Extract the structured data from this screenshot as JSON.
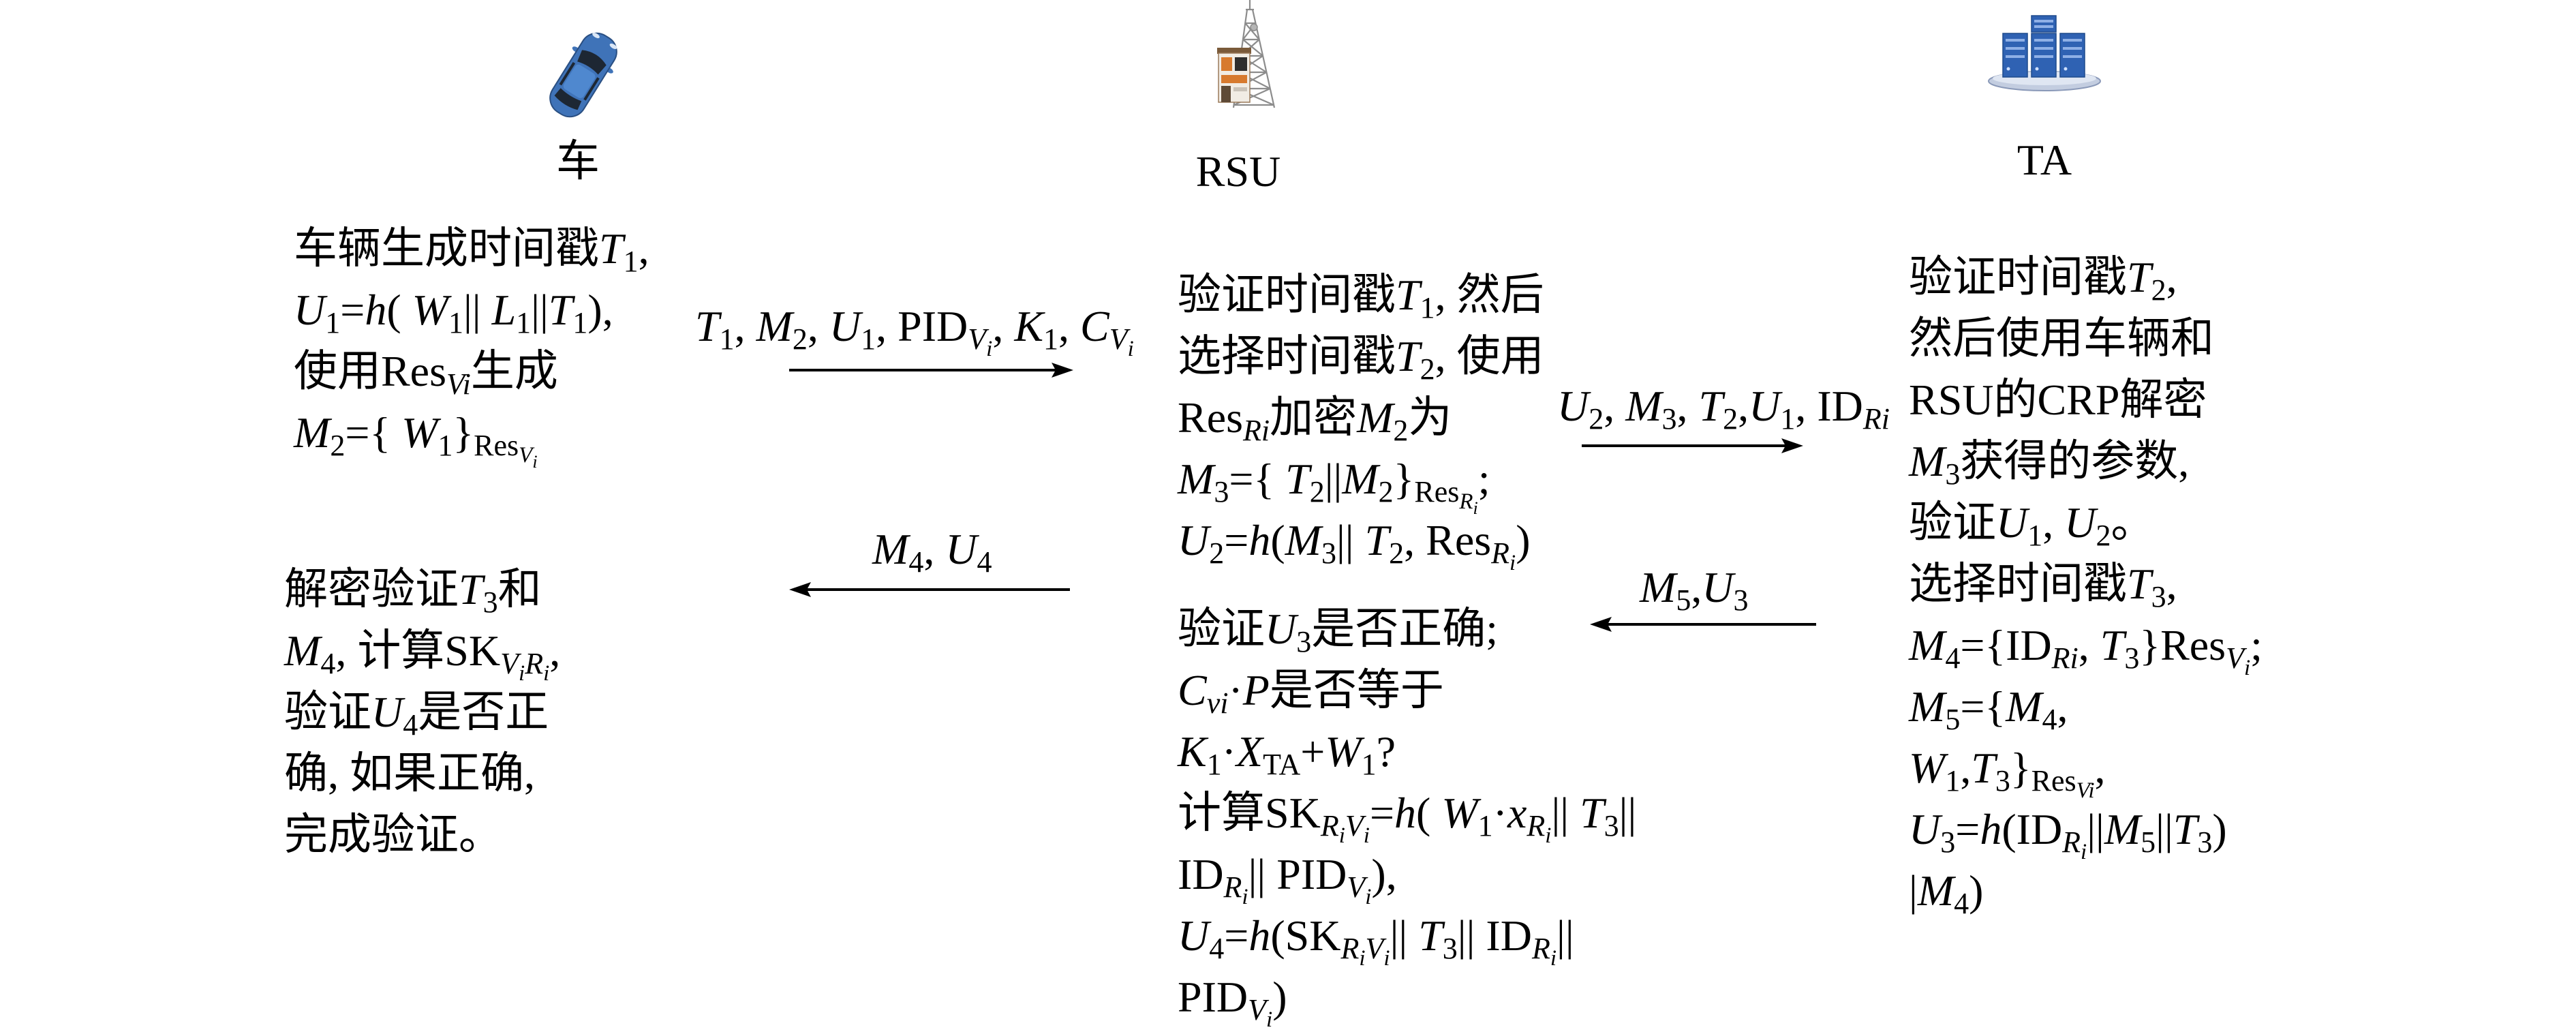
{
  "entities": {
    "vehicle": "车",
    "rsu": "RSU",
    "ta": "TA"
  },
  "icons": {
    "vehicle": "car-icon",
    "rsu": "radio-tower-icon",
    "ta": "server-cluster-icon"
  },
  "steps": {
    "vehicle_request": [
      [
        {
          "r": "车辆生成时间戳"
        },
        {
          "i": "T"
        },
        {
          "r1": "1"
        },
        {
          "r": ","
        }
      ],
      [
        {
          "i": "U"
        },
        {
          "r1": "1"
        },
        {
          "r": "="
        },
        {
          "i": "h"
        },
        {
          "r": "( "
        },
        {
          "i": "W"
        },
        {
          "r1": "1"
        },
        {
          "r": "|| "
        },
        {
          "i": "L"
        },
        {
          "r1": "1"
        },
        {
          "r": "||"
        },
        {
          "i": "T"
        },
        {
          "r1": "1"
        },
        {
          "r": "),"
        }
      ],
      [
        {
          "r": "使用Res"
        },
        {
          "i1": "Vi"
        },
        {
          "r": "生成"
        }
      ],
      [
        {
          "i": "M"
        },
        {
          "r1": "2"
        },
        {
          "r": "={ "
        },
        {
          "i": "W"
        },
        {
          "r1": "1"
        },
        {
          "r": "}"
        },
        {
          "r1": "Res"
        },
        {
          "i2": "V"
        },
        {
          "i3": "i"
        }
      ]
    ],
    "rsu_forward": [
      [
        {
          "r": "验证时间戳"
        },
        {
          "i": "T"
        },
        {
          "r1": "1"
        },
        {
          "r": ", 然后"
        }
      ],
      [
        {
          "r": "选择时间戳"
        },
        {
          "i": "T"
        },
        {
          "r1": "2"
        },
        {
          "r": ", 使用"
        }
      ],
      [
        {
          "r": "Res"
        },
        {
          "i1": "Ri"
        },
        {
          "r": "加密"
        },
        {
          "i": "M"
        },
        {
          "r1": "2"
        },
        {
          "r": "为"
        }
      ],
      [
        {
          "i": "M"
        },
        {
          "r1": "3"
        },
        {
          "r": "={ "
        },
        {
          "i": "T"
        },
        {
          "r1": "2"
        },
        {
          "r": "||"
        },
        {
          "i": "M"
        },
        {
          "r1": "2"
        },
        {
          "r": "}"
        },
        {
          "r1": "Res"
        },
        {
          "i2": "R"
        },
        {
          "i3": "i"
        },
        {
          "r": ";"
        }
      ],
      [
        {
          "i": "U"
        },
        {
          "r1": "2"
        },
        {
          "r": "="
        },
        {
          "i": "h"
        },
        {
          "r": "("
        },
        {
          "i": "M"
        },
        {
          "r1": "3"
        },
        {
          "r": "|| "
        },
        {
          "i": "T"
        },
        {
          "r1": "2"
        },
        {
          "r": ", Res"
        },
        {
          "i1": "R"
        },
        {
          "i2": "i"
        },
        {
          "r": ")"
        }
      ]
    ],
    "ta_process": [
      [
        {
          "r": "验证时间戳"
        },
        {
          "i": "T"
        },
        {
          "r1": "2"
        },
        {
          "r": ","
        }
      ],
      [
        {
          "r": "然后使用车辆和"
        }
      ],
      [
        {
          "r": "RSU的CRP解密"
        }
      ],
      [
        {
          "i": "M"
        },
        {
          "r1": "3"
        },
        {
          "r": "获得的参数,"
        }
      ],
      [
        {
          "r": "验证"
        },
        {
          "i": "U"
        },
        {
          "r1": "1"
        },
        {
          "r": ", "
        },
        {
          "i": "U"
        },
        {
          "r1": "2"
        },
        {
          "r": "。"
        }
      ],
      [
        {
          "r": "选择时间戳"
        },
        {
          "i": "T"
        },
        {
          "r1": "3"
        },
        {
          "r": ","
        }
      ],
      [
        {
          "i": "M"
        },
        {
          "r1": "4"
        },
        {
          "r": "={ID"
        },
        {
          "i1": "Ri"
        },
        {
          "r": ", "
        },
        {
          "i": "T"
        },
        {
          "r1": "3"
        },
        {
          "r": "}Res"
        },
        {
          "i1": "V"
        },
        {
          "i2": "i"
        },
        {
          "r": ";"
        }
      ],
      [
        {
          "i": "M"
        },
        {
          "r1": "5"
        },
        {
          "r": "={"
        },
        {
          "i": "M"
        },
        {
          "r1": "4"
        },
        {
          "r": ","
        }
      ],
      [
        {
          "i": "W"
        },
        {
          "r1": "1"
        },
        {
          "r": ","
        },
        {
          "i": "T"
        },
        {
          "r1": "3"
        },
        {
          "r": "}"
        },
        {
          "r1": "Res"
        },
        {
          "i2": "Vi"
        },
        {
          "r": ","
        }
      ],
      [
        {
          "i": "U"
        },
        {
          "r1": "3"
        },
        {
          "r": "="
        },
        {
          "i": "h"
        },
        {
          "r": "(ID"
        },
        {
          "i1": "R"
        },
        {
          "i2": "i"
        },
        {
          "r": "||"
        },
        {
          "i": "M"
        },
        {
          "r1": "5"
        },
        {
          "r": "||"
        },
        {
          "i": "T"
        },
        {
          "r1": "3"
        },
        {
          "r": ")"
        }
      ],
      [
        {
          "r": "|"
        },
        {
          "i": "M"
        },
        {
          "r1": "4"
        },
        {
          "r": ")"
        }
      ]
    ],
    "rsu_verify": [
      [
        {
          "r": "验证"
        },
        {
          "i": "U"
        },
        {
          "r1": "3"
        },
        {
          "r": "是否正确;"
        }
      ],
      [
        {
          "i": "C"
        },
        {
          "i1": "vi"
        },
        {
          "r": "·"
        },
        {
          "i": "P"
        },
        {
          "r": "是否等于"
        }
      ],
      [
        {
          "i": "K"
        },
        {
          "r1": "1"
        },
        {
          "r": "·"
        },
        {
          "i": "X"
        },
        {
          "r1": "TA"
        },
        {
          "r": "+"
        },
        {
          "i": "W"
        },
        {
          "r1": "1"
        },
        {
          "r": "?"
        }
      ],
      [
        {
          "r": "计算SK"
        },
        {
          "i1": "R"
        },
        {
          "i2": "i"
        },
        {
          "i1": "V"
        },
        {
          "i2": "i"
        },
        {
          "r": "="
        },
        {
          "i": "h"
        },
        {
          "r": "( "
        },
        {
          "i": "W"
        },
        {
          "r1": "1"
        },
        {
          "r": "·"
        },
        {
          "i": "x"
        },
        {
          "i1": "R"
        },
        {
          "i2": "i"
        },
        {
          "r": "|| "
        },
        {
          "i": "T"
        },
        {
          "r1": "3"
        },
        {
          "r": "||"
        }
      ],
      [
        {
          "r": "ID"
        },
        {
          "i1": "R"
        },
        {
          "i2": "i"
        },
        {
          "r": "|| PID"
        },
        {
          "i1": "V"
        },
        {
          "i2": "i"
        },
        {
          "r": "),"
        }
      ],
      [
        {
          "i": "U"
        },
        {
          "r1": "4"
        },
        {
          "r": "="
        },
        {
          "i": "h"
        },
        {
          "r": "(SK"
        },
        {
          "i1": "R"
        },
        {
          "i2": "i"
        },
        {
          "i1": "V"
        },
        {
          "i2": "i"
        },
        {
          "r": "|| "
        },
        {
          "i": "T"
        },
        {
          "r1": "3"
        },
        {
          "r": "|| ID"
        },
        {
          "i1": "R"
        },
        {
          "i2": "i"
        },
        {
          "r": "||"
        }
      ],
      [
        {
          "r": "PID"
        },
        {
          "i1": "V"
        },
        {
          "i2": "i"
        },
        {
          "r": ")"
        }
      ]
    ],
    "vehicle_verify": [
      [
        {
          "r": "解密验证"
        },
        {
          "i": "T"
        },
        {
          "r1": "3"
        },
        {
          "r": "和"
        }
      ],
      [
        {
          "i": "M"
        },
        {
          "r1": "4"
        },
        {
          "r": ", 计算SK"
        },
        {
          "i1": "V"
        },
        {
          "i2": "i"
        },
        {
          "i1": "R"
        },
        {
          "i2": "i"
        },
        {
          "r": ","
        }
      ],
      [
        {
          "r": "验证"
        },
        {
          "i": "U"
        },
        {
          "r1": "4"
        },
        {
          "r": "是否正"
        }
      ],
      [
        {
          "r": "确, 如果正确,"
        }
      ],
      [
        {
          "r": "完成验证。"
        }
      ]
    ]
  },
  "messages": {
    "vehicle_to_rsu": [
      {
        "i": "T"
      },
      {
        "r1": "1"
      },
      {
        "r": ", "
      },
      {
        "i": "M"
      },
      {
        "r1": "2"
      },
      {
        "r": ", "
      },
      {
        "i": "U"
      },
      {
        "r1": "1"
      },
      {
        "r": ", PID"
      },
      {
        "i1": "V"
      },
      {
        "i2": "i"
      },
      {
        "r": ", "
      },
      {
        "i": "K"
      },
      {
        "r1": "1"
      },
      {
        "r": ", "
      },
      {
        "i": "C"
      },
      {
        "i1": "V"
      },
      {
        "i2": "i"
      }
    ],
    "rsu_to_ta": [
      {
        "i": "U"
      },
      {
        "r1": "2"
      },
      {
        "r": ", "
      },
      {
        "i": "M"
      },
      {
        "r1": "3"
      },
      {
        "r": ", "
      },
      {
        "i": "T"
      },
      {
        "r1": "2"
      },
      {
        "r": ","
      },
      {
        "i": "U"
      },
      {
        "r1": "1"
      },
      {
        "r": ", ID"
      },
      {
        "i1": "Ri"
      }
    ],
    "ta_to_rsu": [
      {
        "i": "M"
      },
      {
        "r1": "5"
      },
      {
        "r": ","
      },
      {
        "i": "U"
      },
      {
        "r1": "3"
      }
    ],
    "rsu_to_vehicle": [
      {
        "i": "M"
      },
      {
        "r1": "4"
      },
      {
        "r": ", "
      },
      {
        "i": "U"
      },
      {
        "r1": "4"
      }
    ]
  }
}
